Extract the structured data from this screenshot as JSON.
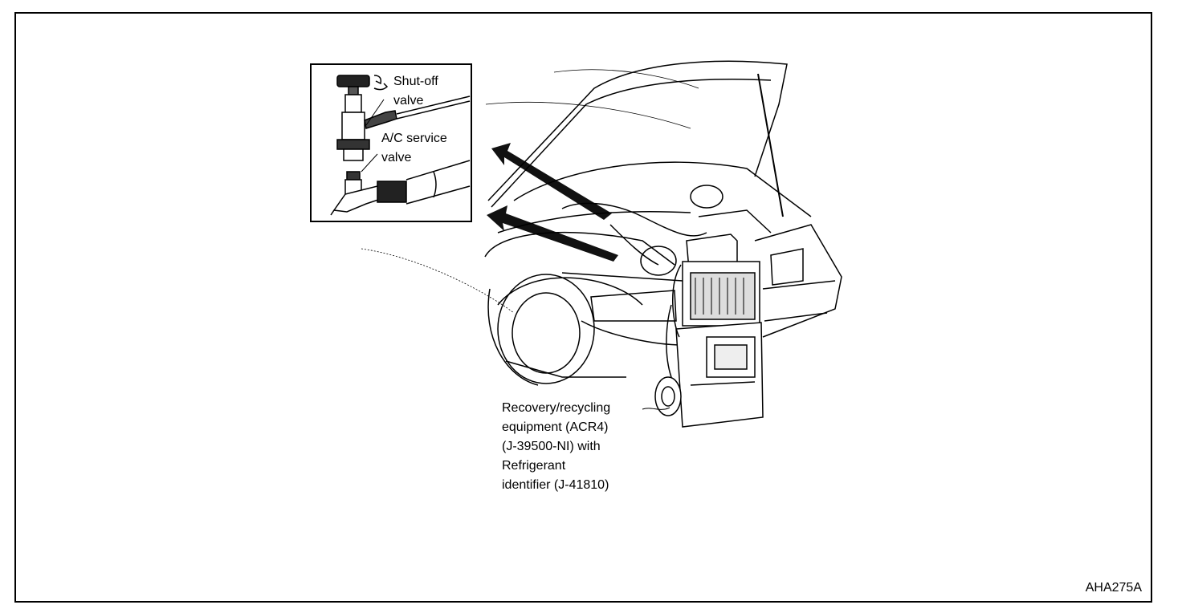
{
  "figure": {
    "code": "AHA275A",
    "inset": {
      "shutoff_label": [
        "Shut-off",
        "valve"
      ],
      "service_label": [
        "A/C service",
        "valve"
      ]
    },
    "equipment_label": [
      "Recovery/recycling",
      "equipment (ACR4)",
      "(J-39500-NI) with",
      "Refrigerant",
      "identifier (J-41810)"
    ]
  }
}
